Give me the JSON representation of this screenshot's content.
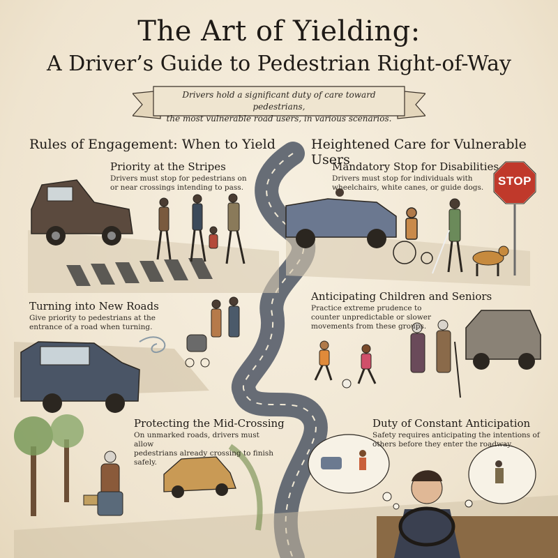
{
  "header": {
    "title": "The Art of Yielding:",
    "subtitle": "A Driver’s Guide to Pedestrian Right-of-Way"
  },
  "banner": {
    "line1": "Drivers hold a significant duty of care toward pedestrians,",
    "line2": "the most vulnerable road users, in various scenarios."
  },
  "left_section": {
    "heading": "Rules of Engagement: When to Yield",
    "cards": [
      {
        "title": "Priority at the Stripes",
        "line1": "Drivers must stop for pedestrians on",
        "line2": "or near crossings intending to pass."
      },
      {
        "title": "Turning into New Roads",
        "line1": "Give priority to pedestrians at the",
        "line2": "entrance of a road when turning."
      },
      {
        "title": "Protecting the Mid-Crossing",
        "line1": "On unmarked roads, drivers must allow",
        "line2": "pedestrians already crossing to finish",
        "line3": "safely."
      }
    ]
  },
  "right_section": {
    "heading": "Heightened Care for Vulnerable Users",
    "cards": [
      {
        "title": "Mandatory Stop for Disabilities",
        "line1": "Drivers must stop for individuals with",
        "line2": "wheelchairs, white canes, or guide dogs."
      },
      {
        "title": "Anticipating Children and Seniors",
        "line1": "Practice extreme prudence to",
        "line2": "counter unpredictable or slower",
        "line3": "movements from these groups."
      },
      {
        "title": "Duty of Constant Anticipation",
        "line1": "Safety requires anticipating the intentions of",
        "line2": "others before they enter the roadway."
      }
    ]
  },
  "stop_sign": {
    "label": "STOP",
    "color": "#c0392b"
  },
  "colors": {
    "ink": "#1e1a16",
    "road": "#5a6270",
    "paper": "#f3ead8"
  },
  "icons": [
    "vintage-car-icon",
    "pedestrian-icon",
    "crosswalk-icon",
    "winding-road-icon",
    "wheelchair-icon",
    "guide-dog-icon",
    "stop-sign-icon",
    "children-icon",
    "senior-icon",
    "tree-icon",
    "thought-bubble-icon",
    "driver-icon"
  ]
}
